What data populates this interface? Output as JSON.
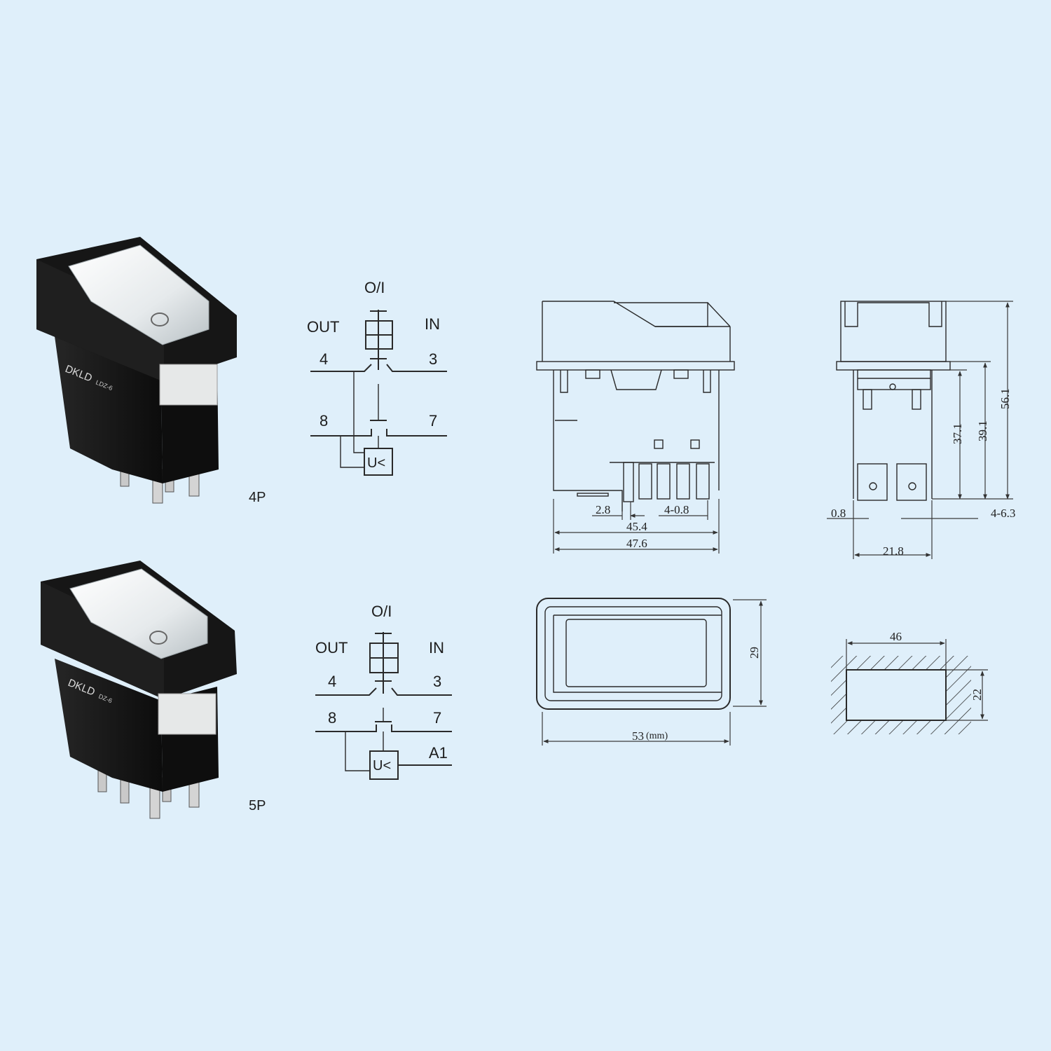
{
  "colors": {
    "background": "#dfeffa",
    "body_black": "#141414",
    "lens_white": "#eef2f4",
    "line": "#2a2a2a"
  },
  "product_4p": {
    "variant_label": "4P",
    "brand_text": "DKLD",
    "model_text": "LDZ-6"
  },
  "product_5p": {
    "variant_label": "5P",
    "brand_text": "DKLD",
    "model_text": "DZ-6"
  },
  "schematic_4p": {
    "switch_label": "O/I",
    "out_label": "OUT",
    "in_label": "IN",
    "term_4": "4",
    "term_3": "3",
    "term_8": "8",
    "term_7": "7",
    "coil_label": "U<"
  },
  "schematic_5p": {
    "switch_label": "O/I",
    "out_label": "OUT",
    "in_label": "IN",
    "term_4": "4",
    "term_3": "3",
    "term_8": "8",
    "term_7": "7",
    "term_a1": "A1",
    "coil_label": "U<"
  },
  "side_view": {
    "dim_pitch": "2.8",
    "dim_slots": "4-0.8",
    "dim_inner_width": "45.4",
    "dim_outer_width": "47.6"
  },
  "end_view": {
    "dim_height_a": "37.1",
    "dim_height_b": "39.1",
    "dim_height_total": "56.1",
    "dim_thickness": "0.8",
    "dim_terminal": "4-6.3",
    "dim_width": "21.8"
  },
  "top_view": {
    "dim_width": "53",
    "unit": "(mm)",
    "dim_height": "29"
  },
  "panel_cutout": {
    "dim_width": "46",
    "dim_height": "22"
  }
}
